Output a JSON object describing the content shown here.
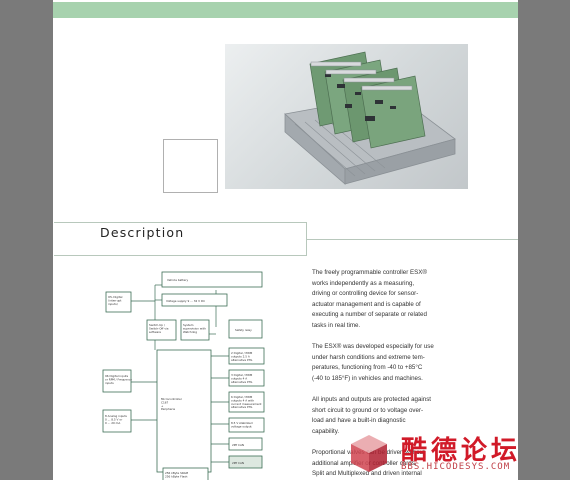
{
  "description_title": "Description",
  "paragraphs": [
    "The freely programmable controller ESX®\nworks independently as a measuring,\ndriving or controlling device for sensor-\nactuator management and is capable of\nexecuting a number of separate or related\ntasks in real time.",
    "The ESX® was developed especially for use\nunder harsh conditions and extreme tem-\nperatures, functioning from -40 to +85°C\n(-40 to 185°F) in vehicles and machines.",
    "All inputs and outputs are protected against\nshort circuit to ground or to voltage over-\nload and have a built-in diagnostic\ncapability.",
    "Proportional valves can be driven without\nadditional amplifier or controller cards.\nSplit and Multiplexed and driven internal"
  ],
  "diagram": {
    "vehicle_battery": "Vehicle battery",
    "voltage_supply": "Voltage supply 9 ... 32 V DC",
    "digital_inputs": "9% Digital\n(interrupt\ninputs)",
    "switch_on": "Switch-Up /\nSwitch-Off via\nsoftware",
    "system_supervision": "System\nsupervision with\nWatchdog",
    "safety_relay": "Safety relay",
    "digital_outputs_1": "2 Digital / PWM\noutputs 2.5 A\nalternative PHL",
    "digital_inputs_2": "96 Digital inputs\nor RPM / Frequency\ninputs",
    "digital_outputs_2": "3 Digital / PWM\noutputs 4 A\nalternative PHL",
    "microcontroller": "Microcontroller\nC167\n+\nPeripherie",
    "digital_outputs_3": "6 Digital / PWM\noutputs 4 A with\ncurrent measurement\nalternative PHL",
    "analog_inputs": "8 Analog inputs\n0 ... 8.5 V or\n0 ... 20 mA",
    "stabilized_output": "8.5 V stabilized\nvoltage output",
    "port_1": "2PP CAN",
    "port_2": "2PP CAN",
    "memory": "256 kByte SRAM\n256 kByte Flash"
  },
  "watermark": {
    "chars": "酷德论坛",
    "url": "BBS.HICODESYS.COM"
  }
}
